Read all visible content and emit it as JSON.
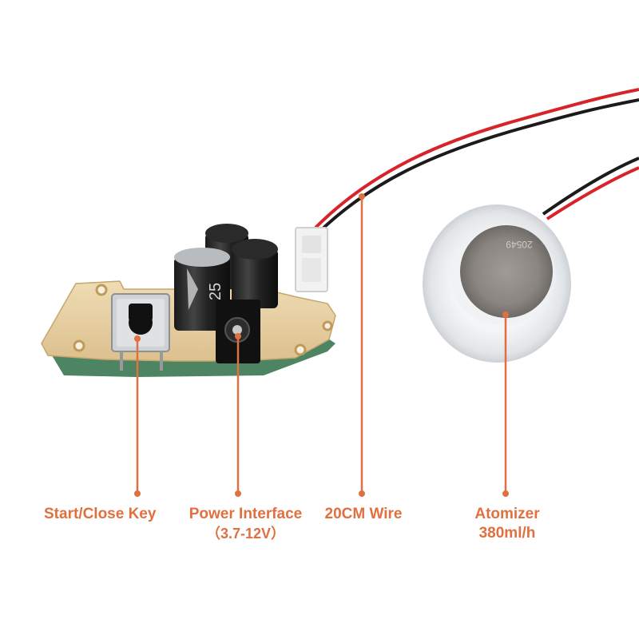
{
  "callouts": {
    "start_key": {
      "line1": "Start/Close Key"
    },
    "power": {
      "line1": "Power Interface",
      "line2": "（3.7-12V）"
    },
    "wire": {
      "line1": "20CM Wire"
    },
    "atomizer": {
      "line1": "Atomizer",
      "line2": "380ml/h"
    }
  },
  "component_markings": {
    "capacitor": "25",
    "atomizer_disc": "20549"
  },
  "colors": {
    "callout": "#e0703f",
    "pcb": "#e6cfa3",
    "wire_red": "#d8232a",
    "wire_black": "#1b1b1b",
    "disc_metal": "#8c8783"
  }
}
